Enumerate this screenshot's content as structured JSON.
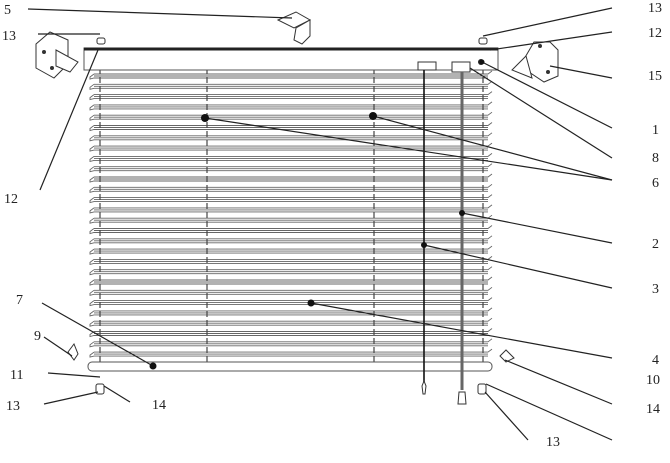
{
  "labels": {
    "headrail": "1",
    "wand": "2",
    "lift_cord": "3",
    "slat": "4",
    "bracket_top": "5",
    "ladder_string": "6",
    "bottom_rail": "7",
    "tilt_mechanism": "8",
    "end_cap_left": "9",
    "end_cap_right": "10",
    "hold_down_string": "11",
    "screw_left": "12",
    "screw_right": "12",
    "fastener_top_left": "13",
    "fastener_top_right": "13",
    "fastener_bottom_left": "13",
    "fastener_bottom_right": "13",
    "clip_bottom_left": "14",
    "clip_bottom_right": "14",
    "end_bracket_right": "15"
  }
}
